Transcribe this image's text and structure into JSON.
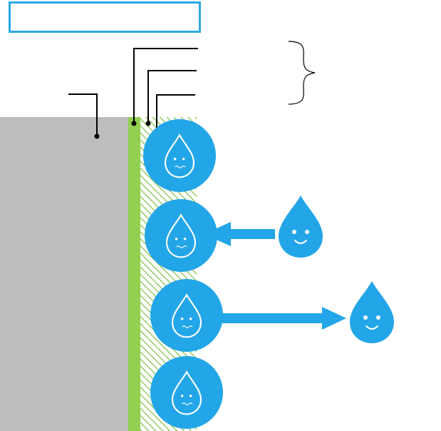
{
  "title_box": {
    "text": "",
    "border_color": "#2aa8e6"
  },
  "colors": {
    "substrate": "#bdbdbd",
    "coating_layer": "#92d050",
    "hatched_layer": "#7fbf3f",
    "water": "#23a6e8",
    "leader_lines": "#000000"
  },
  "elements": {
    "substrate": "gray-substrate",
    "coating": "green-coating-layer",
    "hatched_layer": "hatched-water-layer",
    "adsorbed_drops": 4,
    "incoming_drop": "water-drop-approaching",
    "leaving_drop": "water-drop-leaving"
  }
}
